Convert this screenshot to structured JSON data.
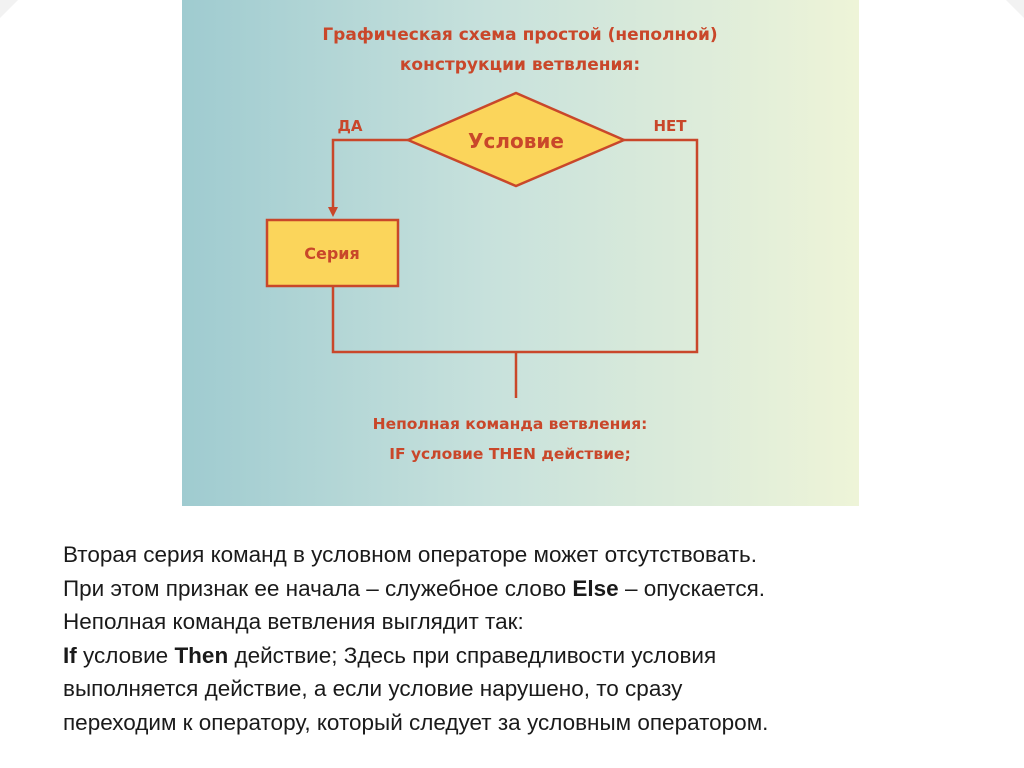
{
  "diagram": {
    "title_line1": "Графическая схема простой (неполной)",
    "title_line2": "конструкции ветвления:",
    "yes_label": "ДА",
    "no_label": "НЕТ",
    "condition_label": "Условие",
    "series_label": "Серия",
    "caption_line1": "Неполная команда ветвления:",
    "caption_line2": "IF условие THEN действие;",
    "colors": {
      "stroke": "#c9472a",
      "fill": "#fbd55b",
      "text": "#c9472a"
    }
  },
  "body": {
    "line1": "Вторая серия команд в условном операторе может отсутствовать.",
    "line2_a": "При этом признак ее начала – служебное слово ",
    "line2_kw": "Else",
    "line2_b": " – опускается.",
    "line3": "Неполная команда ветвления выглядит так:",
    "line4_kw1": "If",
    "line4_a": " условие ",
    "line4_kw2": "Then",
    "line4_b": " действие; Здесь при справедливости условия",
    "line5": "выполняется действие, а если условие нарушено, то сразу",
    "line6": "переходим к оператору, который следует за условным оператором."
  }
}
